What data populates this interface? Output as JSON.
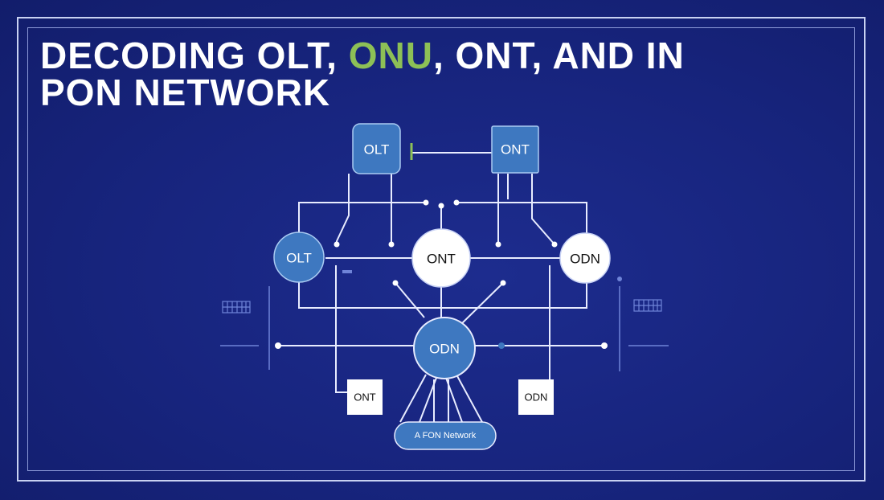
{
  "title": {
    "part1": "Decoding OLT, ",
    "highlight": "ONU",
    "part2": ", ONT, and in",
    "line2": "PON Network"
  },
  "nodes": {
    "olt_top": "OLT",
    "ont_top": "ONT",
    "olt_left": "OLT",
    "ont_center": "ONT",
    "odn_right": "ODN",
    "odn_center": "ODN",
    "ont_bottom_left": "ONT",
    "odn_bottom_right": "ODN"
  },
  "caption": "A FON Network",
  "colors": {
    "background": "#17247d",
    "node_blue": "#3e78c0",
    "node_white": "#ffffff",
    "line": "#e8ecff",
    "highlight": "#8dc056"
  }
}
